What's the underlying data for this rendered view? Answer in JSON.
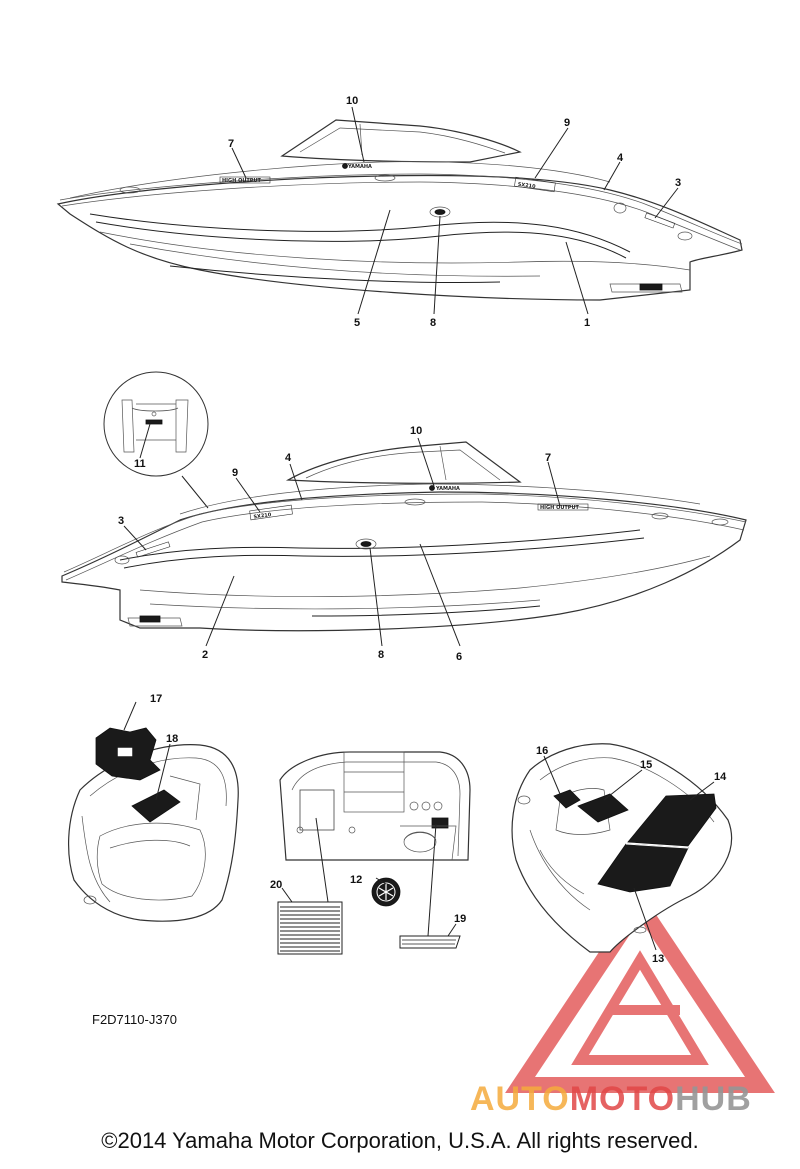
{
  "diagram": {
    "part_code": "F2D7110-J370",
    "copyright": "©2014 Yamaha Motor Corporation, U.S.A. All rights reserved.",
    "decals": {
      "brand": "YAMAHA",
      "model": "SX210",
      "high_output": "HIGH OUTPUT"
    },
    "callouts": {
      "c1": "1",
      "c2": "2",
      "c3a": "3",
      "c3b": "3",
      "c4a": "4",
      "c4b": "4",
      "c5": "5",
      "c6": "6",
      "c7a": "7",
      "c7b": "7",
      "c8a": "8",
      "c8b": "8",
      "c9a": "9",
      "c9b": "9",
      "c10a": "10",
      "c10b": "10",
      "c11": "11",
      "c12": "12",
      "c13": "13",
      "c14": "14",
      "c15": "15",
      "c16": "16",
      "c17": "17",
      "c18": "18",
      "c19": "19",
      "c20": "20"
    }
  },
  "watermark": {
    "part1": "AUTO",
    "part2": "MOTO",
    "part3": "HUB",
    "colors": {
      "red": "#e04646",
      "orange": "#f5aa3c",
      "gray": "#969696"
    }
  }
}
